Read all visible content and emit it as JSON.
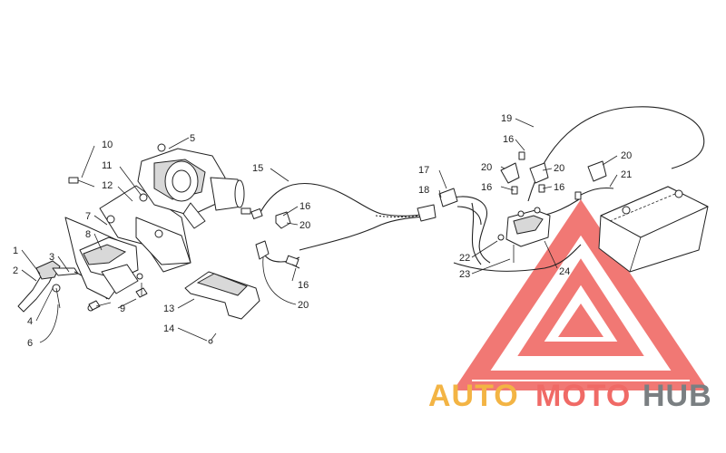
{
  "colors": {
    "callout_red": "#e02020",
    "watermark_pink": "#f06a66",
    "watermark_orange": "#f3b444",
    "watermark_gray": "#7a7f82"
  },
  "callouts": [
    "1",
    "2",
    "3",
    "4",
    "5",
    "6",
    "7",
    "8",
    "9",
    "10",
    "11",
    "12",
    "13",
    "14",
    "15",
    "16",
    "16",
    "16",
    "16",
    "17",
    "18",
    "19",
    "20",
    "20",
    "20",
    "20",
    "21",
    "22",
    "23",
    "24"
  ],
  "watermark": {
    "part1": "AUTO",
    "part2": "MOTO",
    "part3": "HUB"
  }
}
